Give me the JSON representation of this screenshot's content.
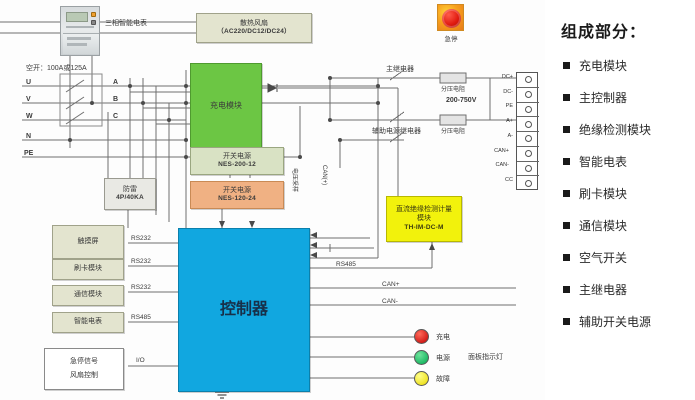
{
  "panel": {
    "title": "组成部分：",
    "items": [
      {
        "label": "充电模块"
      },
      {
        "label": "主控制器"
      },
      {
        "label": "绝缘检测模块"
      },
      {
        "label": "智能电表"
      },
      {
        "label": "刷卡模块"
      },
      {
        "label": "通信模块"
      },
      {
        "label": "空气开关"
      },
      {
        "label": "主继电器"
      },
      {
        "label": "辅助开关电源"
      }
    ]
  },
  "diagram": {
    "meter_label": "三相智能电表",
    "breaker_label": "空开：100A或125A",
    "estop_label": "急停",
    "phase_labels": [
      "U",
      "V",
      "W",
      "N",
      "PE"
    ],
    "out_labels": [
      "A",
      "B",
      "C"
    ],
    "boxes": {
      "fan": {
        "l1": "散热风扇",
        "l2": "（AC220/DC12/DC24）"
      },
      "charge_module": {
        "l1": "充电模块"
      },
      "psu_12": {
        "l1": "开关电源",
        "l2": "NES-200-12"
      },
      "psu_24": {
        "l1": "开关电源",
        "l2": "NES-120-24"
      },
      "spd": {
        "l1": "防雷",
        "l2": "4P/40KA"
      },
      "touch": {
        "l1": "触摸屏"
      },
      "card": {
        "l1": "刷卡模块"
      },
      "comm": {
        "l1": "通信模块"
      },
      "meter_mod": {
        "l1": "智能电表"
      },
      "estop_fan": {
        "l1": "急停信号",
        "l2": "风扇控制"
      },
      "controller": {
        "l1": "控制器"
      },
      "insulation": {
        "l1": "直流绝缘检测计量",
        "l2": "模块",
        "l3": "TH-IM-DC-M"
      }
    },
    "bus_labels": {
      "main_relay": "主继电器",
      "aux_relay": "辅助电源继电器",
      "voltage_range": "200-750V",
      "resistor_top": "分压电阻",
      "resistor_bot": "分压电阻"
    },
    "vertical_labels": {
      "can": "CAN(+)",
      "voltage_sample": "电压采样"
    },
    "signal_labels": {
      "rs232_1": "RS232",
      "rs232_2": "RS232",
      "rs232_3": "RS232",
      "rs485_left": "RS485",
      "io": "I/O",
      "rs485_right": "RS485",
      "can_plus": "CAN+",
      "can_minus": "CAN-"
    },
    "terminals": [
      "DC+",
      "DC-",
      "PE",
      "A+",
      "A-",
      "CAN+",
      "CAN-",
      "CC"
    ],
    "indicators": {
      "title": "面板指示灯",
      "items": [
        {
          "label": "充电",
          "color": "#c00000"
        },
        {
          "label": "电源",
          "color": "#00a84f"
        },
        {
          "label": "故障",
          "color": "#f2e400"
        }
      ]
    }
  }
}
